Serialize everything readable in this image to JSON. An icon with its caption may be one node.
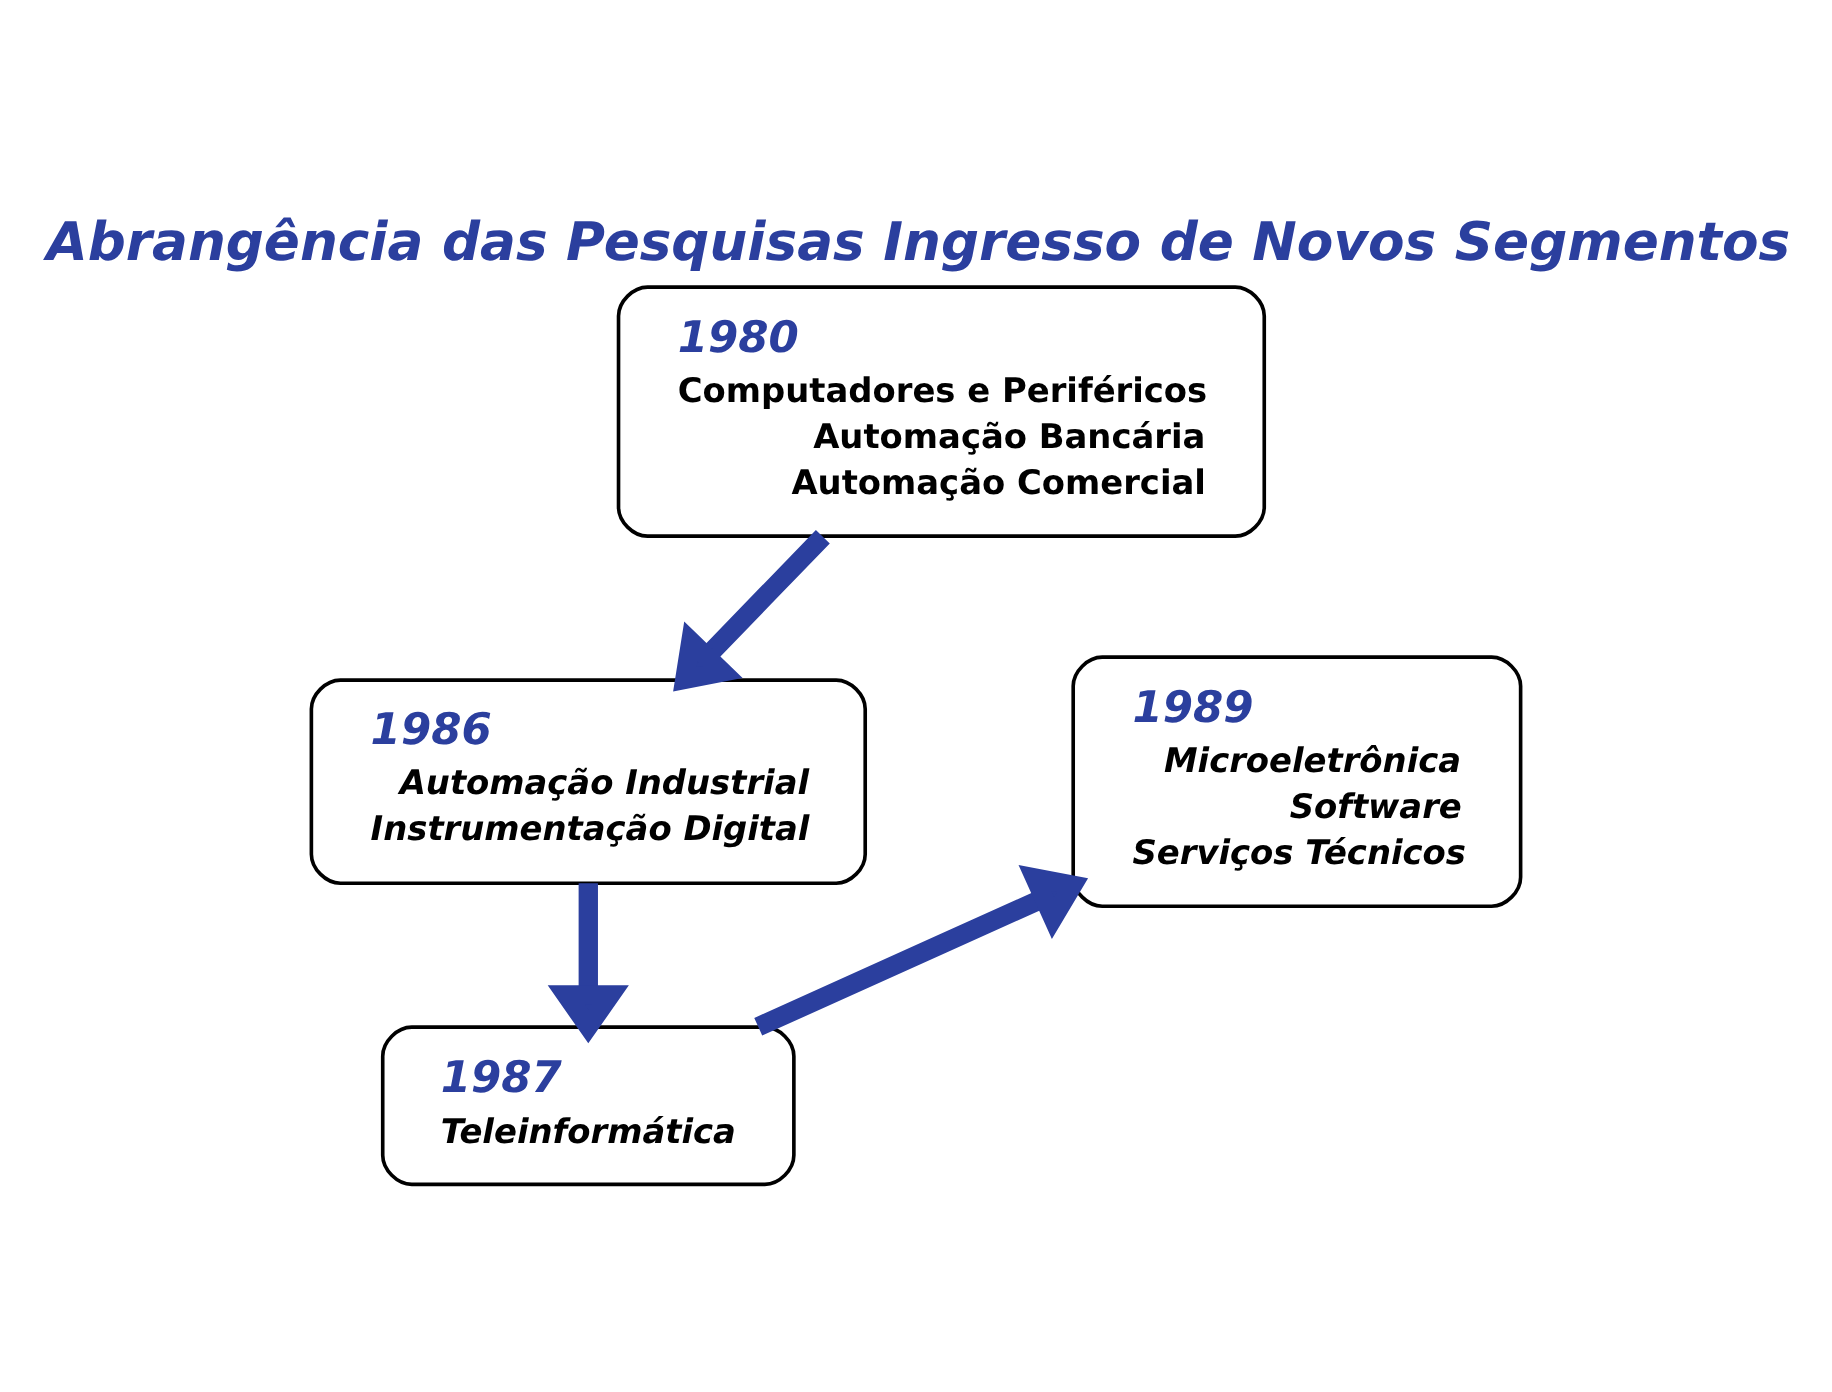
{
  "diagram": {
    "title": "Abrangência das Pesquisas Ingresso de Novos Segmentos",
    "nodes": [
      {
        "text": [
          "1980",
          "Computadores e Periféricos",
          "Automação Bancária",
          "Automação Comercial"
        ]
      },
      {
        "text": [
          "1986",
          "Automação Industrial",
          "Instrumentação Digital"
        ]
      },
      {
        "text": [
          "1987",
          "Teleinformática"
        ]
      },
      {
        "text": [
          "1989",
          "Microeletrônica",
          "Software",
          "Serviços Técnicos"
        ]
      }
    ],
    "edges": [
      {
        "from": 0,
        "to": 1,
        "arrow": "to"
      },
      {
        "from": 1,
        "to": 2,
        "arrow": "to"
      },
      {
        "from": 2,
        "to": 3,
        "arrow": "to"
      }
    ]
  }
}
